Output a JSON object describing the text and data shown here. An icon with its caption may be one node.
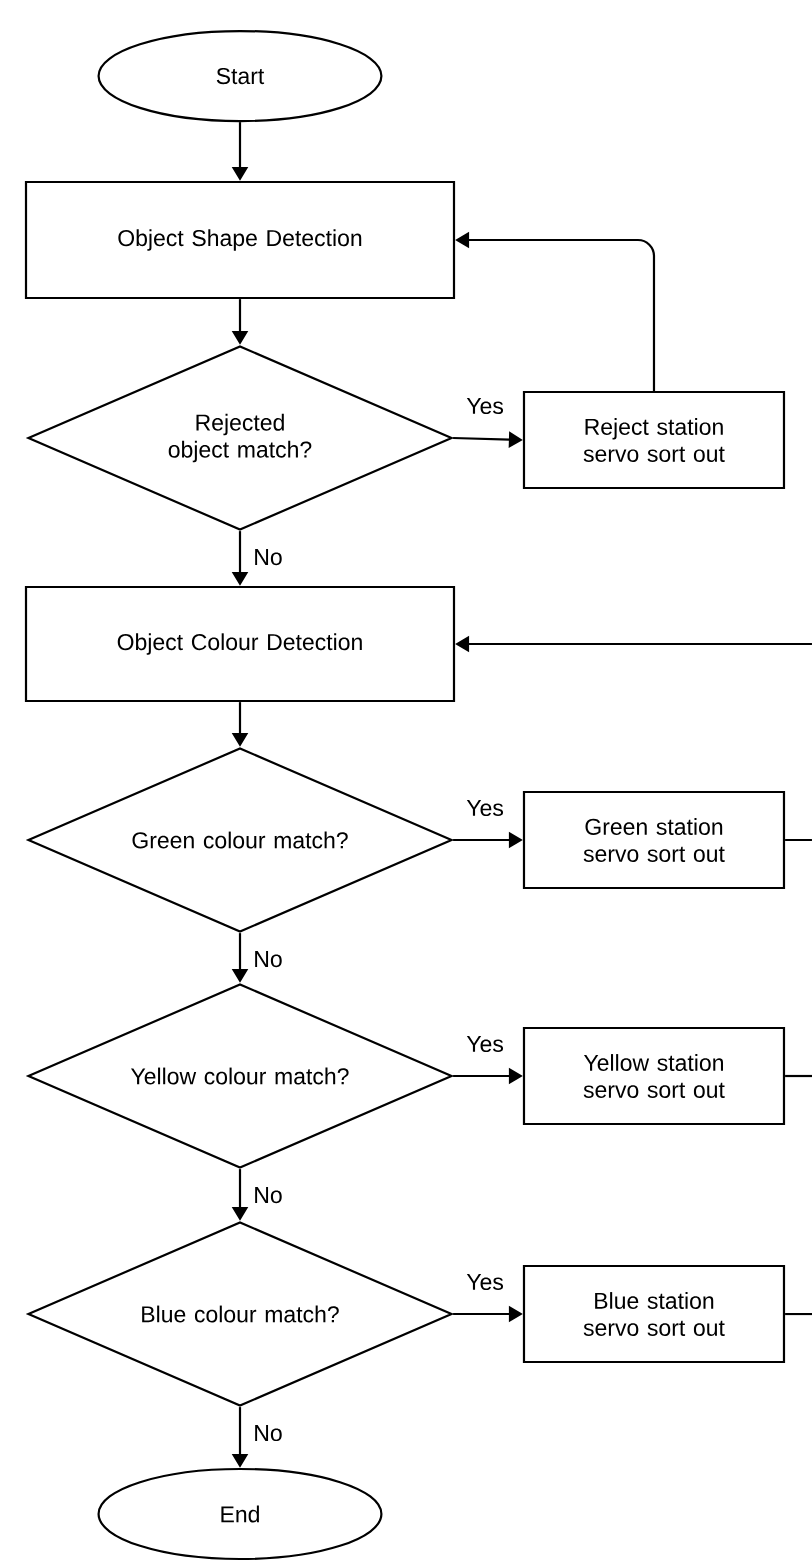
{
  "diagram": {
    "nodes": [
      {
        "text": [
          "Start"
        ]
      },
      {
        "text": [
          "Object Shape Detection"
        ]
      },
      {
        "text": [
          "Rejected object match?"
        ]
      },
      {
        "text": [
          "Reject station servo sort out"
        ]
      },
      {
        "text": [
          "Object Colour Detection"
        ]
      },
      {
        "text": [
          "Green colour match?"
        ]
      },
      {
        "text": [
          "Green station servo sort out"
        ]
      },
      {
        "text": [
          "Yellow colour match?"
        ]
      },
      {
        "text": [
          "Yellow station servo sort out"
        ]
      },
      {
        "text": [
          "Blue colour match?"
        ]
      },
      {
        "text": [
          "Blue station servo sort out"
        ]
      },
      {
        "text": [
          "End"
        ]
      }
    ],
    "edges": [
      {
        "from": 0,
        "to": 1,
        "arrow": "to"
      },
      {
        "from": 1,
        "to": 2,
        "arrow": "to"
      },
      {
        "from": 2,
        "to": 3,
        "arrow": "to",
        "label": "Yes"
      },
      {
        "from": 3,
        "to": 1,
        "arrow": "to"
      },
      {
        "from": 2,
        "to": 4,
        "arrow": "to",
        "label": "No"
      },
      {
        "from": null,
        "to": 4,
        "arrow": "to"
      },
      {
        "from": 4,
        "to": 5,
        "arrow": "to"
      },
      {
        "from": 5,
        "to": 6,
        "arrow": "to",
        "label": "Yes"
      },
      {
        "from": 6,
        "to": null,
        "arrow": "none"
      },
      {
        "from": 5,
        "to": 7,
        "arrow": "to",
        "label": "No"
      },
      {
        "from": 7,
        "to": 8,
        "arrow": "to",
        "label": "Yes"
      },
      {
        "from": 8,
        "to": null,
        "arrow": "none"
      },
      {
        "from": 7,
        "to": 9,
        "arrow": "to",
        "label": "No"
      },
      {
        "from": 9,
        "to": 10,
        "arrow": "to",
        "label": "Yes"
      },
      {
        "from": 10,
        "to": null,
        "arrow": "none"
      },
      {
        "from": 9,
        "to": 11,
        "arrow": "to",
        "label": "No"
      }
    ]
  }
}
